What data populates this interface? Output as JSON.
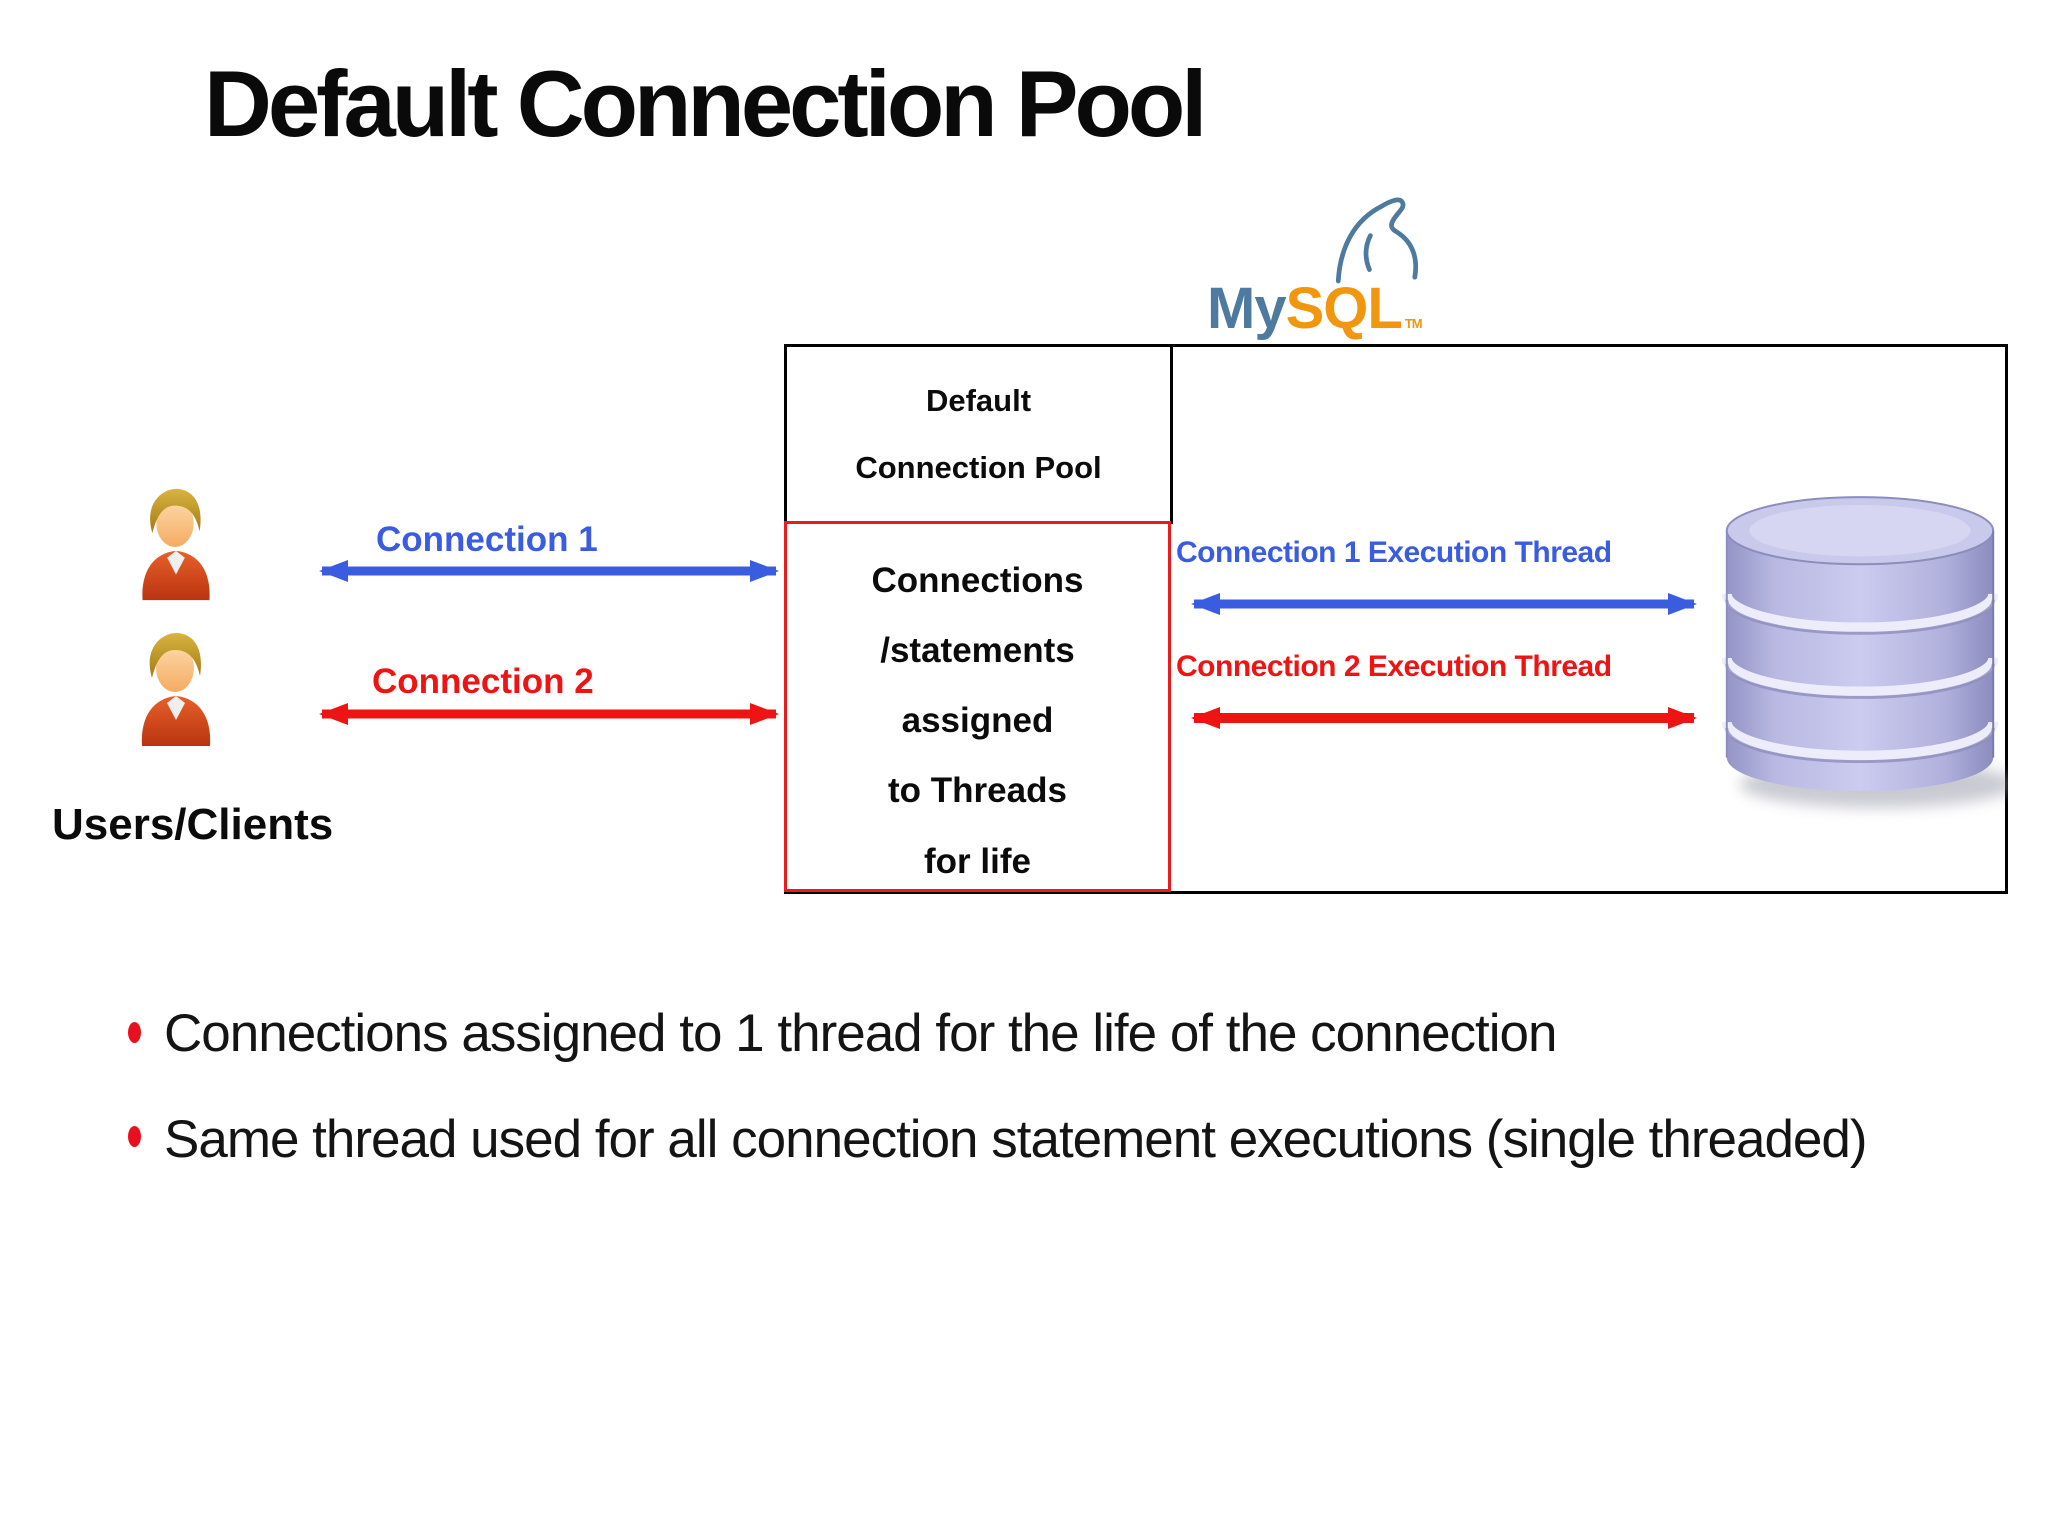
{
  "slide": {
    "title": "Default Connection Pool",
    "users_label": "Users/Clients",
    "bullets": [
      "Connections assigned to 1 thread for the life of the connection",
      "Same thread used for all connection statement executions (single threaded)"
    ]
  },
  "logo": {
    "name": "MySQL",
    "blue_text": "My",
    "orange_text": "SQL",
    "tm": "TM"
  },
  "pool": {
    "header": {
      "line1": "Default",
      "line2": "Connection Pool"
    },
    "body_lines": [
      "Connections",
      "/statements",
      "assigned",
      "to Threads",
      "for life"
    ]
  },
  "connections": {
    "client": [
      {
        "label": "Connection 1",
        "color": "#3a5ce0"
      },
      {
        "label": "Connection 2",
        "color": "#ee1414"
      }
    ],
    "execution": [
      {
        "label": "Connection 1 Execution Thread",
        "color": "#3a5ce0"
      },
      {
        "label": "Connection 2 Execution Thread",
        "color": "#ee1414"
      }
    ]
  },
  "icons": {
    "user": "user-icon",
    "database": "database-icon",
    "dolphin": "mysql-dolphin-icon",
    "bullet": "bullet-icon"
  },
  "colors": {
    "connection1_blue": "#3a5ce0",
    "connection2_red": "#ee1414",
    "pool_border_red": "#e81c1c",
    "box_border_black": "#000000",
    "mysql_blue": "#4d7a9e",
    "mysql_orange": "#f2960f",
    "database_lavender": "#b6b6e0",
    "bullet_red": "#e8101c",
    "background": "#ffffff"
  }
}
